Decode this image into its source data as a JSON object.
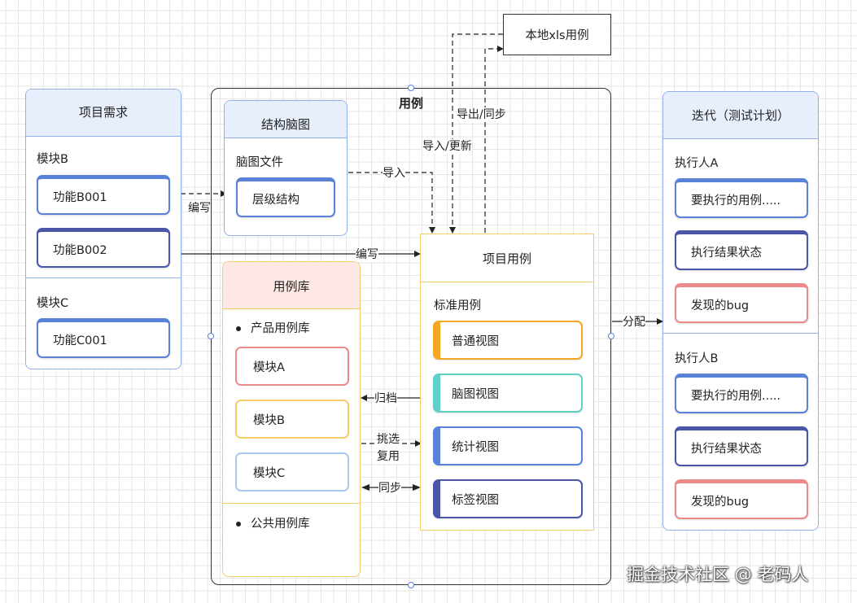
{
  "local_xls": "本地xls用例",
  "requirements": {
    "title": "项目需求",
    "module_b": {
      "label": "模块B",
      "items": [
        "功能B001",
        "功能B002"
      ]
    },
    "module_c": {
      "label": "模块C",
      "items": [
        "功能C001"
      ]
    }
  },
  "usecase_group": {
    "title": "用例"
  },
  "mindmap": {
    "title": "结构脑图",
    "file_label": "脑图文件",
    "item": "层级结构"
  },
  "library": {
    "title": "用例库",
    "product_label": "产品用例库",
    "modules": [
      "模块A",
      "模块B",
      "模块C"
    ],
    "public_label": "公共用例库"
  },
  "project": {
    "title": "项目用例",
    "standard_label": "标准用例",
    "views": [
      "普通视图",
      "脑图视图",
      "统计视图",
      "标签视图"
    ]
  },
  "iteration": {
    "title": "迭代（测试计划）",
    "executor_a": {
      "label": "执行人A",
      "items": [
        "要执行的用例.....",
        "执行结果状态",
        "发现的bug"
      ]
    },
    "executor_b": {
      "label": "执行人B",
      "items": [
        "要执行的用例.....",
        "执行结果状态",
        "发现的bug"
      ]
    }
  },
  "edges": {
    "write_1": "编写",
    "write_2": "编写",
    "import": "导入",
    "import_update": "导入/更新",
    "export_sync": "导出/同步",
    "archive": "归档",
    "pick": "挑选",
    "reuse": "复用",
    "sync": "同步",
    "assign": "分配"
  },
  "watermark": "掘金技术社区 @ 老码人",
  "colors": {
    "blue": "#5a82d8",
    "navy": "#4a56a8",
    "red": "#ec8a8a",
    "orange": "#f5a623",
    "teal": "#5fd0c5",
    "yellow": "#f5cc6a",
    "lightblue": "#a9c8f0"
  }
}
